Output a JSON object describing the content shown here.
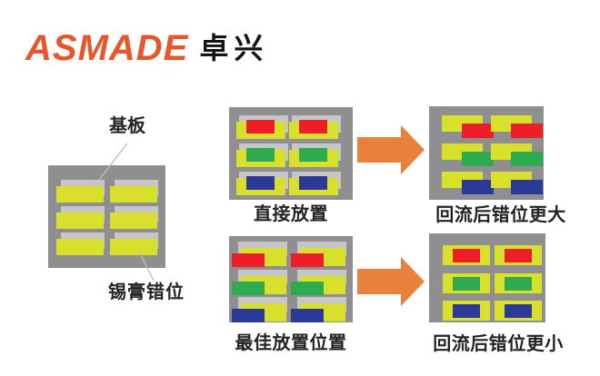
{
  "logo": {
    "brand": "ASMADE",
    "suffix": "卓兴"
  },
  "palette": {
    "background": "#ffffff",
    "board": "#8f8f91",
    "pad": "#c6c6c8",
    "paste": "#d9e02b",
    "arrow": "#e8813b",
    "logo_brand": "#e8572b",
    "logo_suffix": "#141414",
    "label_text": "#232323",
    "leader_line": "#bdbdbd"
  },
  "component_colors": [
    "#ec1e28",
    "#2eab4f",
    "#2a3a96"
  ],
  "substrate_figure": {
    "top_callout": "基板",
    "bottom_callout": "锡膏错位"
  },
  "panels": {
    "direct": {
      "label": "直接放置"
    },
    "reflow_large": {
      "label": "回流后错位更大"
    },
    "best": {
      "label": "最佳放置位置"
    },
    "reflow_small": {
      "label": "回流后错位更小"
    }
  }
}
